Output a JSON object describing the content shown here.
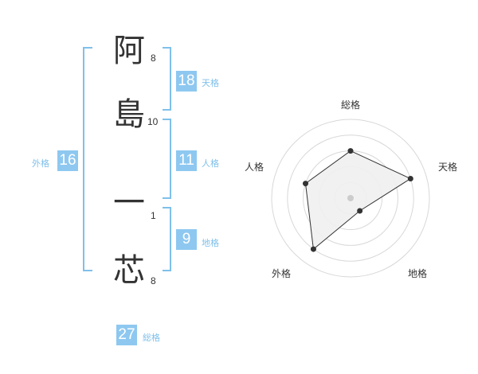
{
  "name": {
    "characters": [
      {
        "char": "阿",
        "strokes": "8"
      },
      {
        "char": "島",
        "strokes": "10"
      },
      {
        "char": "一",
        "strokes": "1"
      },
      {
        "char": "芯",
        "strokes": "8"
      }
    ]
  },
  "fortunes": {
    "tenkaku": {
      "value": "18",
      "label": "天格"
    },
    "jinkaku": {
      "value": "11",
      "label": "人格"
    },
    "chikaku": {
      "value": "9",
      "label": "地格"
    },
    "gaikaku": {
      "value": "16",
      "label": "外格"
    },
    "soukaku": {
      "value": "27",
      "label": "総格"
    }
  },
  "chart_data": {
    "type": "radar",
    "axes": [
      "総格",
      "天格",
      "地格",
      "外格",
      "人格"
    ],
    "values": [
      3,
      4,
      1,
      4,
      3
    ],
    "max": 5,
    "colors": {
      "fill": "#f0f0f0",
      "line": "#333333",
      "grid": "#d8d8d8",
      "bracket": "#7fc0ea"
    }
  }
}
